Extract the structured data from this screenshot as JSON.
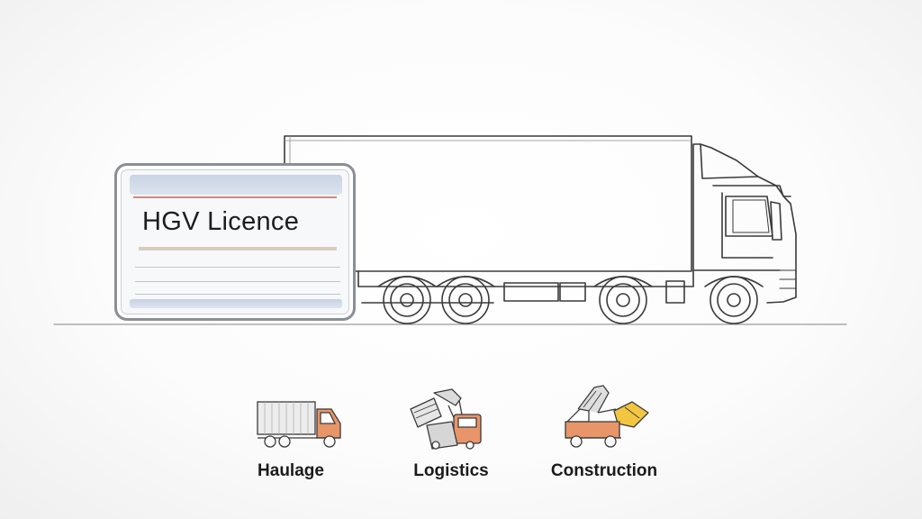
{
  "card": {
    "title": "HGV Licence"
  },
  "sectors": [
    {
      "label": "Haulage",
      "icon": "box-truck-icon"
    },
    {
      "label": "Logistics",
      "icon": "logistics-icon"
    },
    {
      "label": "Construction",
      "icon": "construction-vehicle-icon"
    }
  ],
  "colors": {
    "accent_orange": "#e8956a",
    "accent_yellow": "#f2c641",
    "sketch_line": "#3a3a3a"
  }
}
